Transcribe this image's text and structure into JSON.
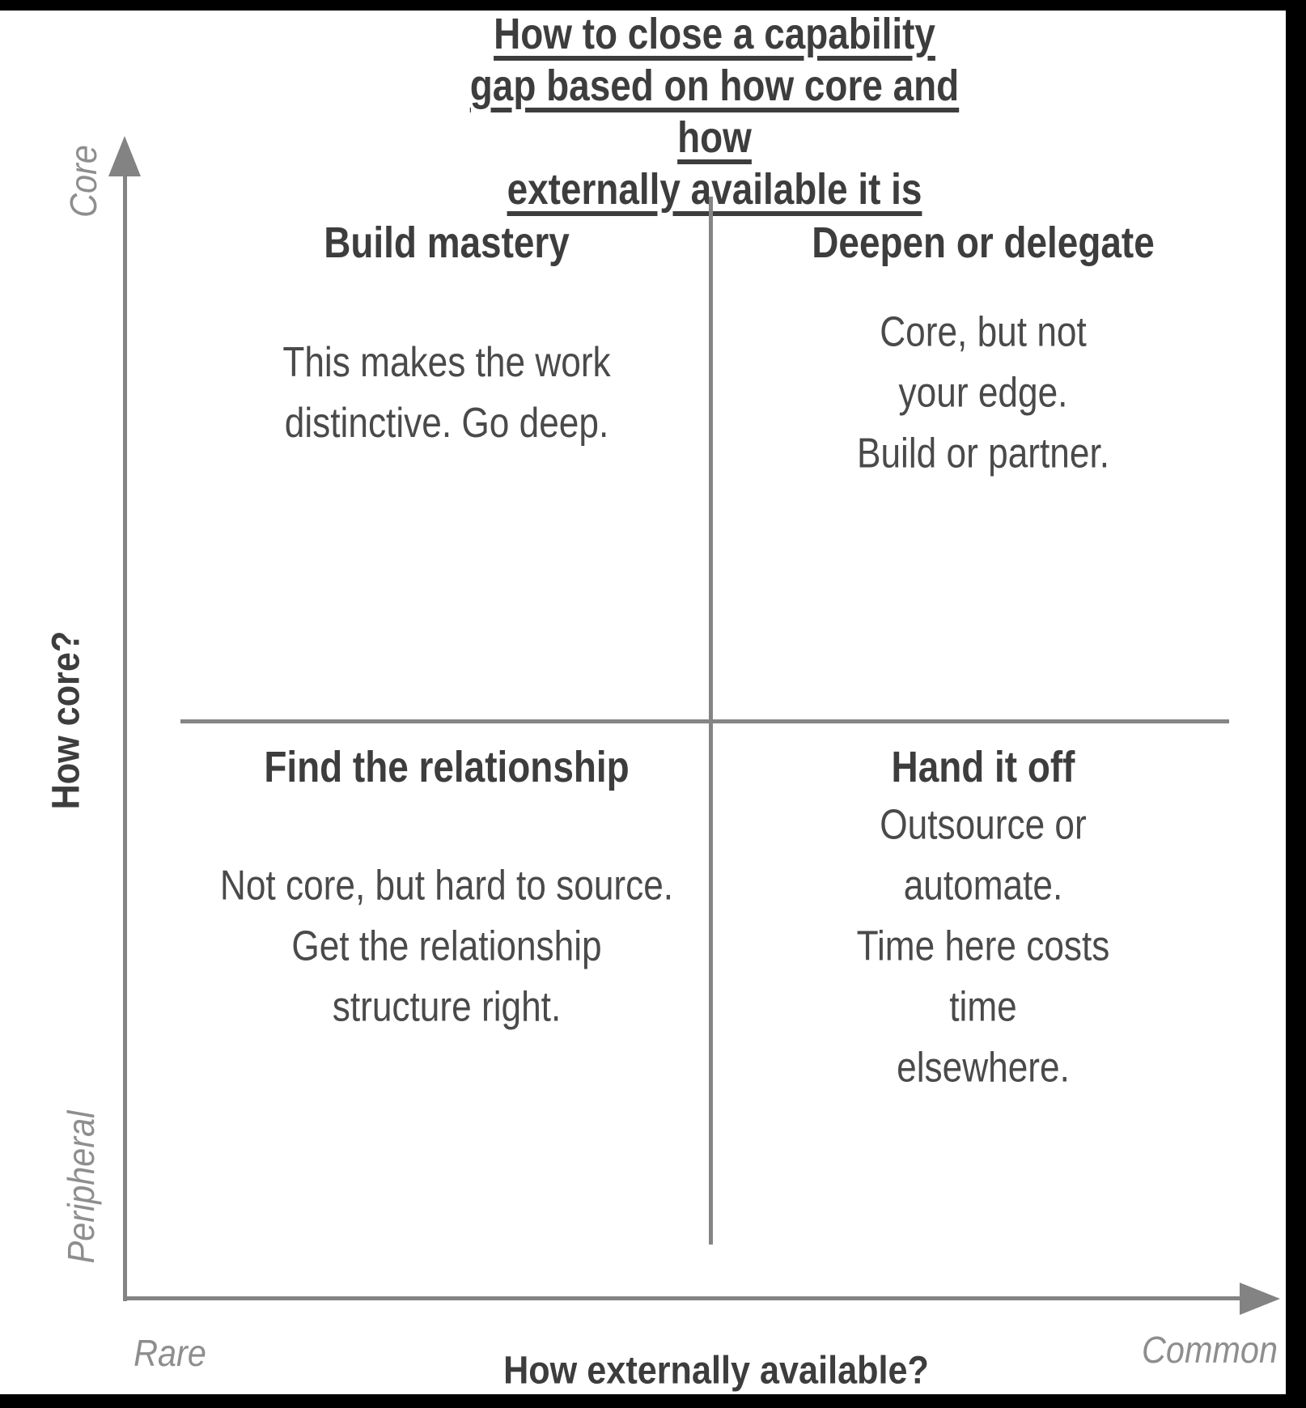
{
  "colors": {
    "background": "#ffffff",
    "frame": "#000000",
    "text_primary": "#3d3d3d",
    "text_body": "#4a4a4a",
    "axis_line": "#838383",
    "muted_label": "#8e8e8e"
  },
  "title": {
    "lines": [
      "How to close a capability gap based on how core and how",
      "externally available it is"
    ]
  },
  "axes": {
    "y": {
      "question": "How core?",
      "top_label": "Core",
      "bottom_label": "Peripheral"
    },
    "x": {
      "question": "How externally available?",
      "left_label": "Rare",
      "right_label": "Common"
    }
  },
  "quadrants": {
    "top_left": {
      "heading": "Build mastery",
      "body_lines": [
        "This makes the work",
        "distinctive. Go deep."
      ]
    },
    "top_right": {
      "heading": "Deepen or delegate",
      "body_lines": [
        "Core, but not your edge.",
        "Build or partner."
      ]
    },
    "bottom_left": {
      "heading": "Find the relationship",
      "body_lines": [
        "Not core, but hard to source.",
        "Get the relationship",
        "structure right."
      ]
    },
    "bottom_right": {
      "heading": "Hand it off",
      "body_lines": [
        "Outsource or automate.",
        "Time here costs time",
        "elsewhere."
      ]
    }
  }
}
